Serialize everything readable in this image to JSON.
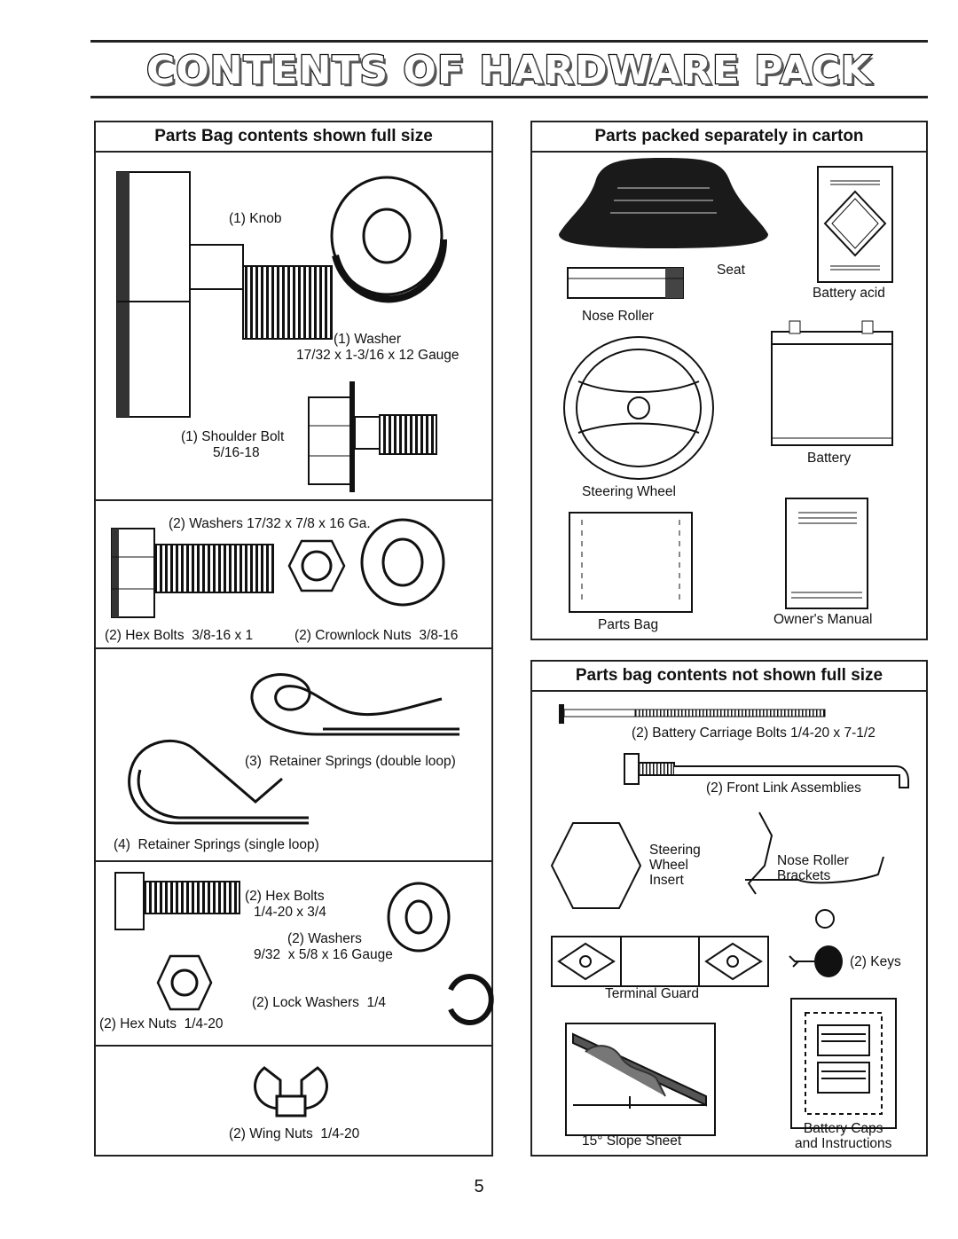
{
  "title": "CONTENTS OF HARDWARE PACK",
  "page_number": "5",
  "left_panel": {
    "title": "Parts Bag contents shown full size",
    "knob": "(1) Knob",
    "washer_1": "(1) Washer",
    "washer_1_size": "17/32 x 1-3/16 x 12 Gauge",
    "shoulder_bolt": "(1) Shoulder Bolt",
    "shoulder_bolt_size": "5/16-18",
    "washers_2": "(2) Washers 17/32 x 7/8 x 16 Ga.",
    "hex_bolts_a": "(2) Hex Bolts  3/8-16 x 1",
    "crownlock_nuts": "(2) Crownlock Nuts  3/8-16",
    "retainer_double": "(3)  Retainer Springs (double loop)",
    "retainer_single": "(4)  Retainer Springs (single loop)",
    "hex_bolts_b": "(2) Hex Bolts",
    "hex_bolts_b_size": "1/4-20 x 3/4",
    "washers_b": "(2) Washers",
    "washers_b_size": "9/32  x 5/8 x 16 Gauge",
    "lock_washers": "(2) Lock Washers  1/4",
    "hex_nuts": "(2) Hex Nuts  1/4-20",
    "wing_nuts": "(2) Wing Nuts  1/4-20"
  },
  "carton_panel": {
    "title": "Parts packed separately in carton",
    "seat": "Seat",
    "battery_acid": "Battery acid",
    "nose_roller": "Nose Roller",
    "battery": "Battery",
    "steering_wheel": "Steering Wheel",
    "parts_bag": "Parts Bag",
    "owners_manual": "Owner's Manual"
  },
  "not_full_panel": {
    "title": "Parts bag contents not shown full size",
    "carriage_bolts": "(2) Battery Carriage Bolts 1/4-20 x 7-1/2",
    "front_link": "(2) Front Link Assemblies",
    "steering_insert": "Steering\nWheel\nInsert",
    "nose_roller_brackets": "Nose Roller\nBrackets",
    "keys": "(2) Keys",
    "terminal_guard": "Terminal Guard",
    "slope_sheet": "15° Slope Sheet",
    "battery_caps": "Battery Caps\nand Instructions"
  }
}
